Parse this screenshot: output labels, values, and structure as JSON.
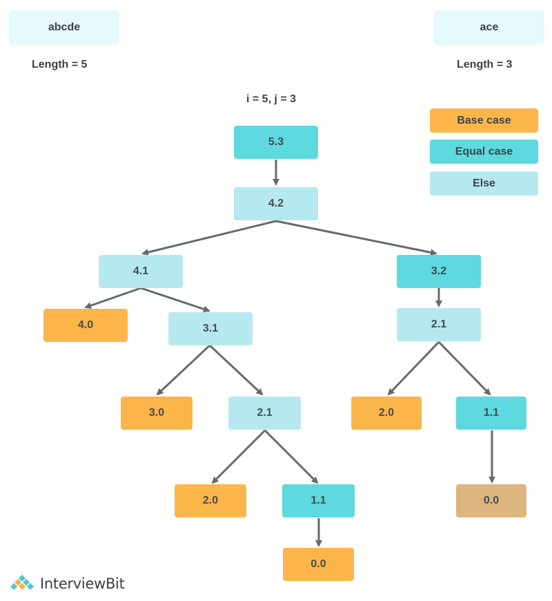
{
  "strings": {
    "left": {
      "text": "abcde",
      "length_label": "Length = 5"
    },
    "right": {
      "text": "ace",
      "length_label": "Length = 3"
    }
  },
  "call_label": "i = 5, j = 3",
  "legend": {
    "base": "Base case",
    "equal": "Equal case",
    "else": "Else"
  },
  "colors": {
    "base": "#fbb549",
    "equal": "#5dd9df",
    "else": "#b6e9ef",
    "final_node": "#dcb57f",
    "edge": "#666a6e"
  },
  "nodes": {
    "n53": {
      "label": "5.3",
      "type": "equal"
    },
    "n42": {
      "label": "4.2",
      "type": "else"
    },
    "n41": {
      "label": "4.1",
      "type": "else"
    },
    "n32": {
      "label": "3.2",
      "type": "equal"
    },
    "n40": {
      "label": "4.0",
      "type": "base"
    },
    "n31": {
      "label": "3.1",
      "type": "else"
    },
    "n21r": {
      "label": "2.1",
      "type": "else"
    },
    "n30": {
      "label": "3.0",
      "type": "base"
    },
    "n21l": {
      "label": "2.1",
      "type": "else"
    },
    "n20r": {
      "label": "2.0",
      "type": "base"
    },
    "n11r": {
      "label": "1.1",
      "type": "equal"
    },
    "n20l": {
      "label": "2.0",
      "type": "base"
    },
    "n11l": {
      "label": "1.1",
      "type": "equal"
    },
    "n00r": {
      "label": "0.0",
      "type": "final"
    },
    "n00l": {
      "label": "0.0",
      "type": "base"
    }
  },
  "logo": {
    "text": "InterviewBit"
  }
}
